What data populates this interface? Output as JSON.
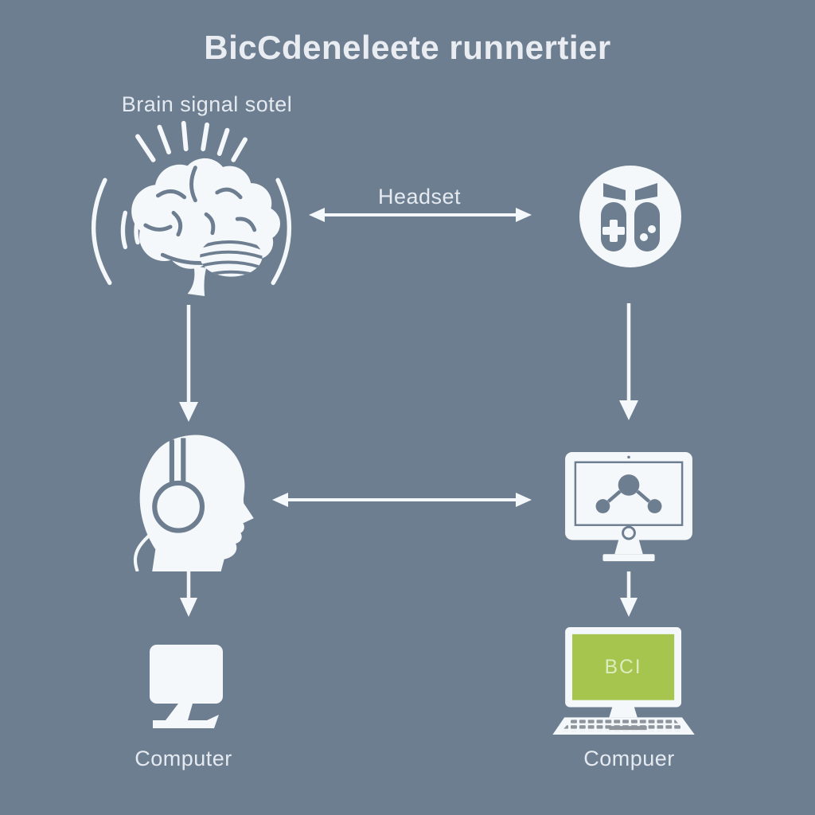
{
  "colors": {
    "background": "#6e7e91",
    "icon": "#f5f8fa",
    "text": "#e4eaf0",
    "screen_green": "#a6c54f",
    "screen_text": "#ddecbd",
    "keyboard_key": "#8d949c"
  },
  "diagram": {
    "title": "BicCdeneleete runnertier",
    "nodes": {
      "brain": {
        "label": "Brain signal sotel",
        "icon": "brain-signal-icon"
      },
      "controller": {
        "icon": "game-controller-icon"
      },
      "head": {
        "icon": "headset-user-icon"
      },
      "monitor": {
        "icon": "monitor-network-icon"
      },
      "computer_left": {
        "label": "Computer",
        "icon": "computer-monitor-icon"
      },
      "computer_right": {
        "label": "Compuer",
        "icon": "bci-laptop-icon",
        "screen_text": "BCI"
      }
    },
    "connections": {
      "headset_label": "Headset",
      "arrows": [
        "brain <-> controller (bidirectional, labeled Headset)",
        "brain -> head (down)",
        "controller -> monitor (down)",
        "head <-> monitor (bidirectional)",
        "head -> computer (down)",
        "monitor -> bci laptop (down)"
      ]
    },
    "icons": {
      "brain-signal": "brain silhouette with radiating signal lines and side wave arcs",
      "game-controller": "split game controller inside white circle",
      "headset-user": "head profile wearing headphones with cable",
      "monitor-network": "desktop monitor showing connected node graph",
      "computer-monitor": "solid white monitor silhouette with stand",
      "bci-laptop": "laptop with green screen and keyboard"
    }
  }
}
